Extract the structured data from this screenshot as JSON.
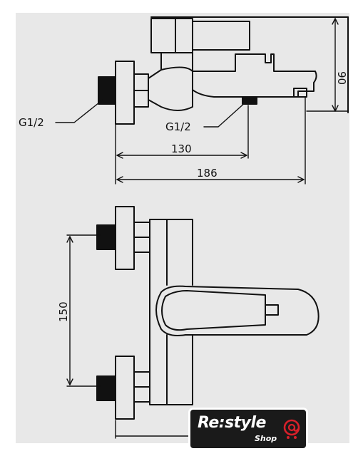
{
  "dimensions": {
    "top_thread_left": "G1/2",
    "top_thread_spout": "G1/2",
    "length_spout": "130",
    "length_overall": "186",
    "height": "90",
    "center_distance": "150"
  },
  "colors": {
    "background": "#e8e8e8",
    "line": "#111111",
    "logo_bg": "#1a1a1a",
    "logo_accent": "#d8202a"
  },
  "logo": {
    "main": "Re:style",
    "sub": "Shop",
    "icon": "cart-at-icon"
  }
}
